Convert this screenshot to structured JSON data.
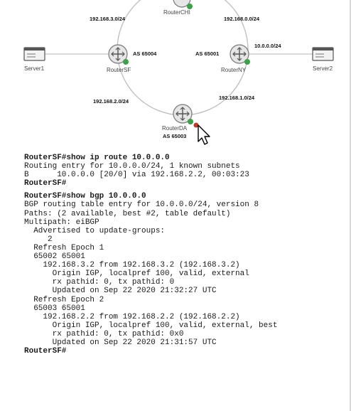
{
  "diagram": {
    "routers": {
      "chi": "RouterCHI",
      "sf": "RouterSF",
      "ny": "RouterNY",
      "da": "RouterDA"
    },
    "servers": {
      "server1": "Server1",
      "server2": "Server2"
    },
    "as_labels": {
      "sf": "AS 65004",
      "ny": "AS 65001",
      "da": "AS 65003"
    },
    "subnets": {
      "sf_chi": "192.168.3.0/24",
      "chi_ny": "192.168.0.0/24",
      "ny_server2": "10.0.0.0/24",
      "sf_da": "192.168.2.0/24",
      "da_ny": "192.168.1.0/24"
    },
    "colors": {
      "ring": "#bdbdbd",
      "router_fill": "#e6e6e6",
      "status_green": "#3ea04a",
      "status_red": "#c0392b"
    }
  },
  "cli": {
    "block1": [
      "RouterSF#show ip route 10.0.0.0",
      "Routing entry for 10.0.0.0/24, 1 known subnets",
      "B      10.0.0.0 [20/0] via 192.168.2.2, 00:03:23",
      "RouterSF#"
    ],
    "block2": [
      "RouterSF#show bgp 10.0.0.0",
      "BGP routing table entry for 10.0.0.0/24, version 8",
      "Paths: (2 available, best #2, table default)",
      "Multipath: eiBGP",
      "  Advertised to update-groups:",
      "     2",
      "  Refresh Epoch 1",
      "  65002 65001",
      "    192.168.3.2 from 192.168.3.2 (192.168.3.2)",
      "      Origin IGP, localpref 100, valid, external",
      "      rx pathid: 0, tx pathid: 0",
      "      Updated on Sep 22 2020 21:32:27 UTC",
      "  Refresh Epoch 2",
      "  65003 65001",
      "    192.168.2.2 from 192.168.2.2 (192.168.2.2)",
      "      Origin IGP, localpref 100, valid, external, best",
      "      rx pathid: 0, tx pathid: 0x0",
      "      Updated on Sep 22 2020 21:31:57 UTC",
      "RouterSF#"
    ]
  }
}
